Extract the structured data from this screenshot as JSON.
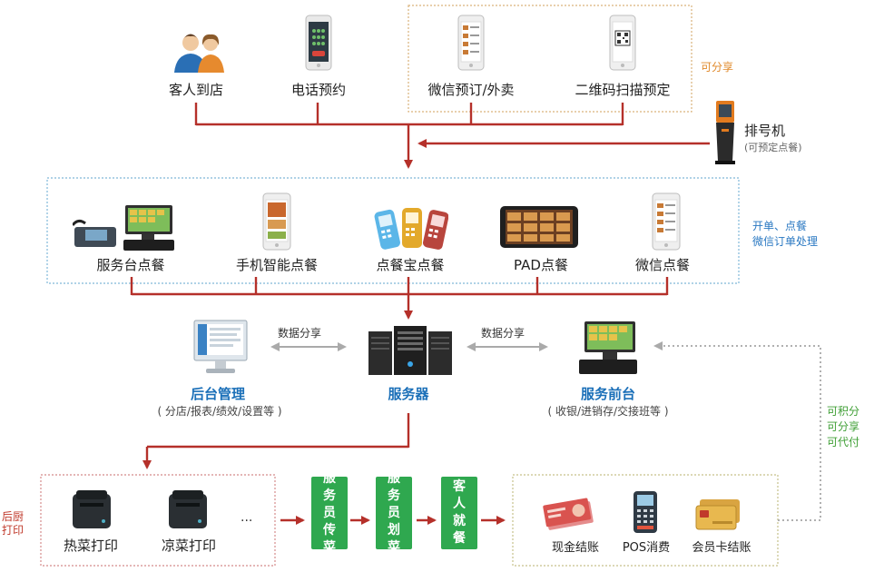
{
  "top_sources": {
    "guest": "客人到店",
    "phone": "电话预约",
    "wechat": "微信预订/外卖",
    "qrcode": "二维码扫描预定",
    "shareable": "可分享"
  },
  "queue_machine": {
    "title": "排号机",
    "subtitle": "(可预定点餐)"
  },
  "ordering": {
    "counter": "服务台点餐",
    "mobile": "手机智能点餐",
    "handheld": "点餐宝点餐",
    "pad": "PAD点餐",
    "wechat": "微信点餐",
    "note_line1": "开单、点餐",
    "note_line2": "微信订单处理"
  },
  "core": {
    "share_left": "数据分享",
    "share_right": "数据分享",
    "backend_title": "后台管理",
    "backend_sub": "( 分店/报表/绩效/设置等 )",
    "server": "服务器",
    "front_title": "服务前台",
    "front_sub": "( 收银/进销存/交接班等 )",
    "right_note": [
      "可积分",
      "可分享",
      "可代付"
    ]
  },
  "kitchen": {
    "label_line1": "后厨",
    "label_line2": "打印",
    "hot": "热菜打印",
    "cold": "凉菜打印",
    "more": "...",
    "steps": [
      [
        "服",
        "务",
        "员",
        "传",
        "菜"
      ],
      [
        "服",
        "务",
        "员",
        "划",
        "菜"
      ],
      [
        "客",
        "人",
        "就",
        "餐"
      ]
    ]
  },
  "payment": {
    "cash": "现金结账",
    "pos": "POS消费",
    "card": "会员卡结账"
  },
  "colors": {
    "arrow_red": "#b5302a",
    "box_orange": "#d9b27a",
    "box_blue": "#7fb7d8",
    "box_pink": "#d48b8b",
    "box_olive": "#c6c08a",
    "green": "#2fa84f",
    "title_blue": "#1a6fb8"
  }
}
